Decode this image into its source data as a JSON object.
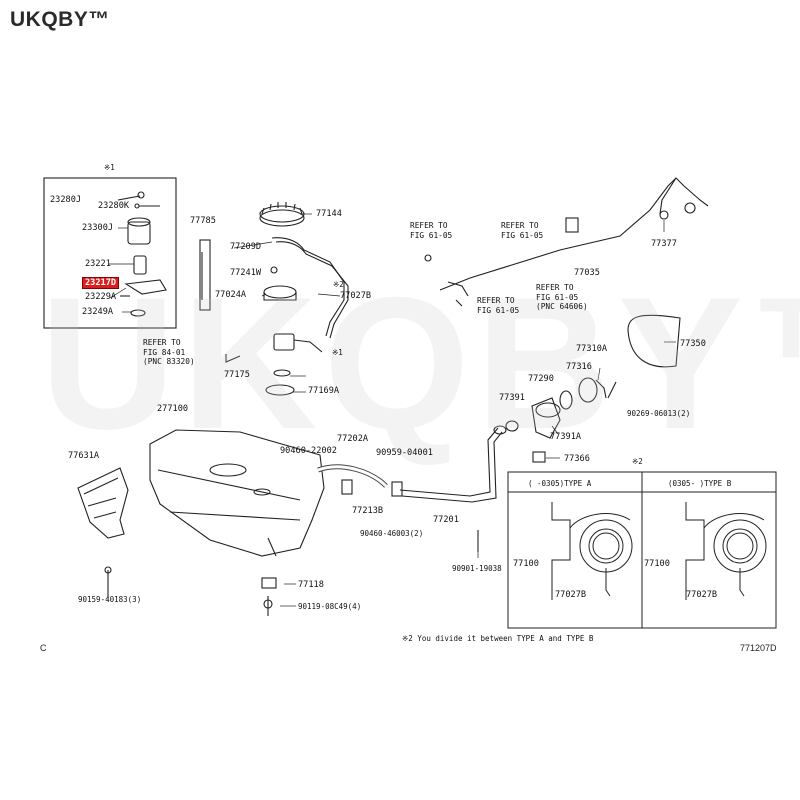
{
  "brand": "UKQBY™",
  "watermark": "UKQBY™",
  "highlight_color": "#d81e1e",
  "labels": {
    "p23280j": "23280J",
    "p23280k": "23280K",
    "p23300j": "23300J",
    "p23221": "23221",
    "p23217d": "23217D",
    "p23229a": "23229A",
    "p23249a": "23249A",
    "p77785": "77785",
    "p77144": "77144",
    "p77209d": "77209D",
    "p77241w": "77241W",
    "p77024a": "77024A",
    "p77027b": "77027B",
    "p77175": "77175",
    "p77169a": "77169A",
    "p277100": "277100",
    "p77631a": "77631A",
    "p90460_22002": "90460-22002",
    "p77202a": "77202A",
    "p90959_04001": "90959-04001",
    "p77213b": "77213B",
    "p90460_46003": "90460-46003(2)",
    "p77201": "77201",
    "p90901_19038": "90901-19038",
    "p77118": "77118",
    "p90119_08c49": "90119-08C49(4)",
    "p90159_40183": "90159-40183(3)",
    "p77377": "77377",
    "p77035": "77035",
    "p77350": "77350",
    "p77310a": "77310A",
    "p77316": "77316",
    "p77290": "77290",
    "p77391": "77391",
    "p77391a": "77391A",
    "p77366": "77366",
    "p90269_06013": "90269-06013(2)",
    "p77100_a": "77100",
    "p77027b_a": "77027B",
    "p77100_b": "77100",
    "p77027b_b": "77027B"
  },
  "refs": {
    "ref_fig8401": "REFER TO\nFIG 84-01\n(PNC 83320)",
    "ref_fig6105_a": "REFER TO\nFIG 61-05",
    "ref_fig6105_b": "REFER TO\nFIG 61-05",
    "ref_fig6105_c": "REFER TO\nFIG 61-05",
    "ref_fig6105_d": "REFER TO\nFIG 61-05\n(PNC 64606)"
  },
  "marks": {
    "note1_top": "※1",
    "note1_pump": "※1",
    "note2_hose": "※2",
    "note2_box": "※2"
  },
  "type_box": {
    "type_a": "(  -0305)TYPE A",
    "type_b": "(0305-   )TYPE B"
  },
  "footnote": "※2 You divide it between TYPE A and TYPE B",
  "corner_left": "C",
  "figure_code": "771207D"
}
